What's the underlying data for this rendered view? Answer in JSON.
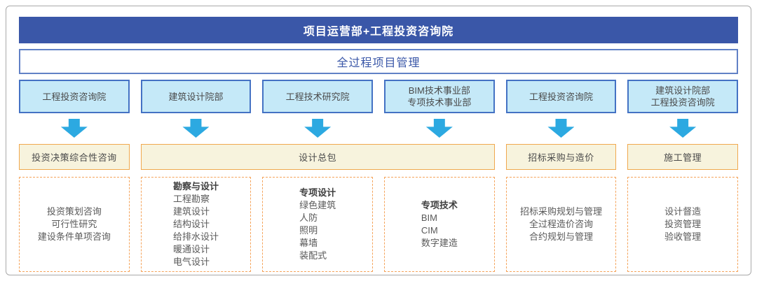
{
  "header": {
    "title": "项目运营部+工程投资咨询院"
  },
  "subheader": {
    "title": "全过程项目管理"
  },
  "departments": [
    {
      "lines": [
        "工程投资咨询院"
      ]
    },
    {
      "lines": [
        "建筑设计院部"
      ]
    },
    {
      "lines": [
        "工程技术研究院"
      ]
    },
    {
      "lines": [
        "BIM技术事业部",
        "专项技术事业部"
      ]
    },
    {
      "lines": [
        "工程投资咨询院"
      ]
    },
    {
      "lines": [
        "建筑设计院部",
        "工程投资咨询院"
      ]
    }
  ],
  "services": [
    {
      "label": "投资决策综合性咨询"
    },
    {
      "label": "设计总包"
    },
    {
      "label": "招标采购与造价"
    },
    {
      "label": "施工管理"
    }
  ],
  "details": [
    {
      "heading": "",
      "items": [
        "投资策划咨询",
        "可行性研究",
        "建设条件单项咨询"
      ]
    },
    {
      "heading": "勘察与设计",
      "items": [
        "工程勘察",
        "建筑设计",
        "结构设计",
        "给排水设计",
        "暖通设计",
        "电气设计"
      ]
    },
    {
      "heading": "专项设计",
      "items": [
        "绿色建筑",
        "人防",
        "照明",
        "幕墙",
        "装配式"
      ]
    },
    {
      "heading": "专项技术",
      "items": [
        "BIM",
        "CIM",
        "数字建造"
      ]
    },
    {
      "heading": "",
      "items": [
        "招标采购规划与管理",
        "全过程造价咨询",
        "合约规划与管理"
      ]
    },
    {
      "heading": "",
      "items": [
        "设计督造",
        "投资管理",
        "验收管理"
      ]
    }
  ],
  "icons": [
    {
      "name": "down-arrow-icon",
      "glyph": "⬇",
      "count": 6
    }
  ],
  "colors": {
    "frame_border": "#a9a9a9",
    "banner_bg": "#3a57a8",
    "banner_text": "#ffffff",
    "subheader_border": "#6181c6",
    "subheader_text": "#3a57a8",
    "dept_bg": "#c5e9f8",
    "dept_border": "#4472c4",
    "dept_text": "#4a4a4a",
    "arrow_color": "#2ca9e1",
    "service_bg": "#f7f3dd",
    "service_border": "#f0a84e",
    "service_text": "#4a4a4a",
    "detail_border": "#f5a45b",
    "detail_text": "#595959",
    "detail_heading": "#3f3f3f"
  }
}
